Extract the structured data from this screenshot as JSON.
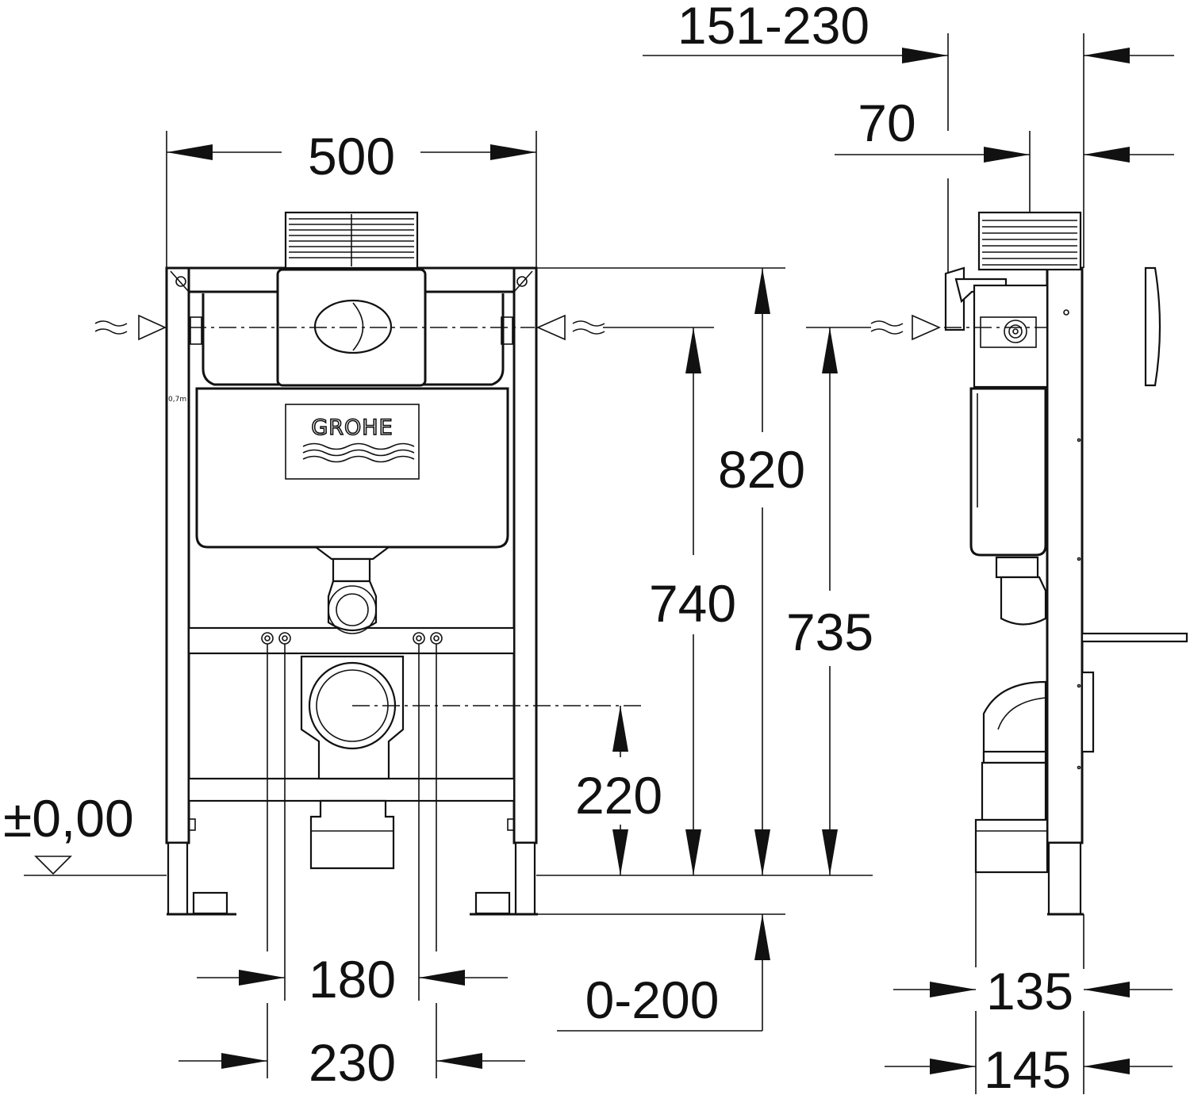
{
  "dimensions": {
    "width_frame": "500",
    "height_top": "820",
    "height_inlet_front": "740",
    "height_inlet_side": "735",
    "height_drain": "220",
    "bolt_inner": "180",
    "bolt_outer": "230",
    "leg_adjust": "0-200",
    "depth_range": "151-230",
    "depth_plate": "70",
    "frame_depth_inner": "135",
    "frame_depth_outer": "145"
  },
  "floor_level": "±0,00",
  "brand": "GROHE",
  "tiny_label": "0,7m"
}
